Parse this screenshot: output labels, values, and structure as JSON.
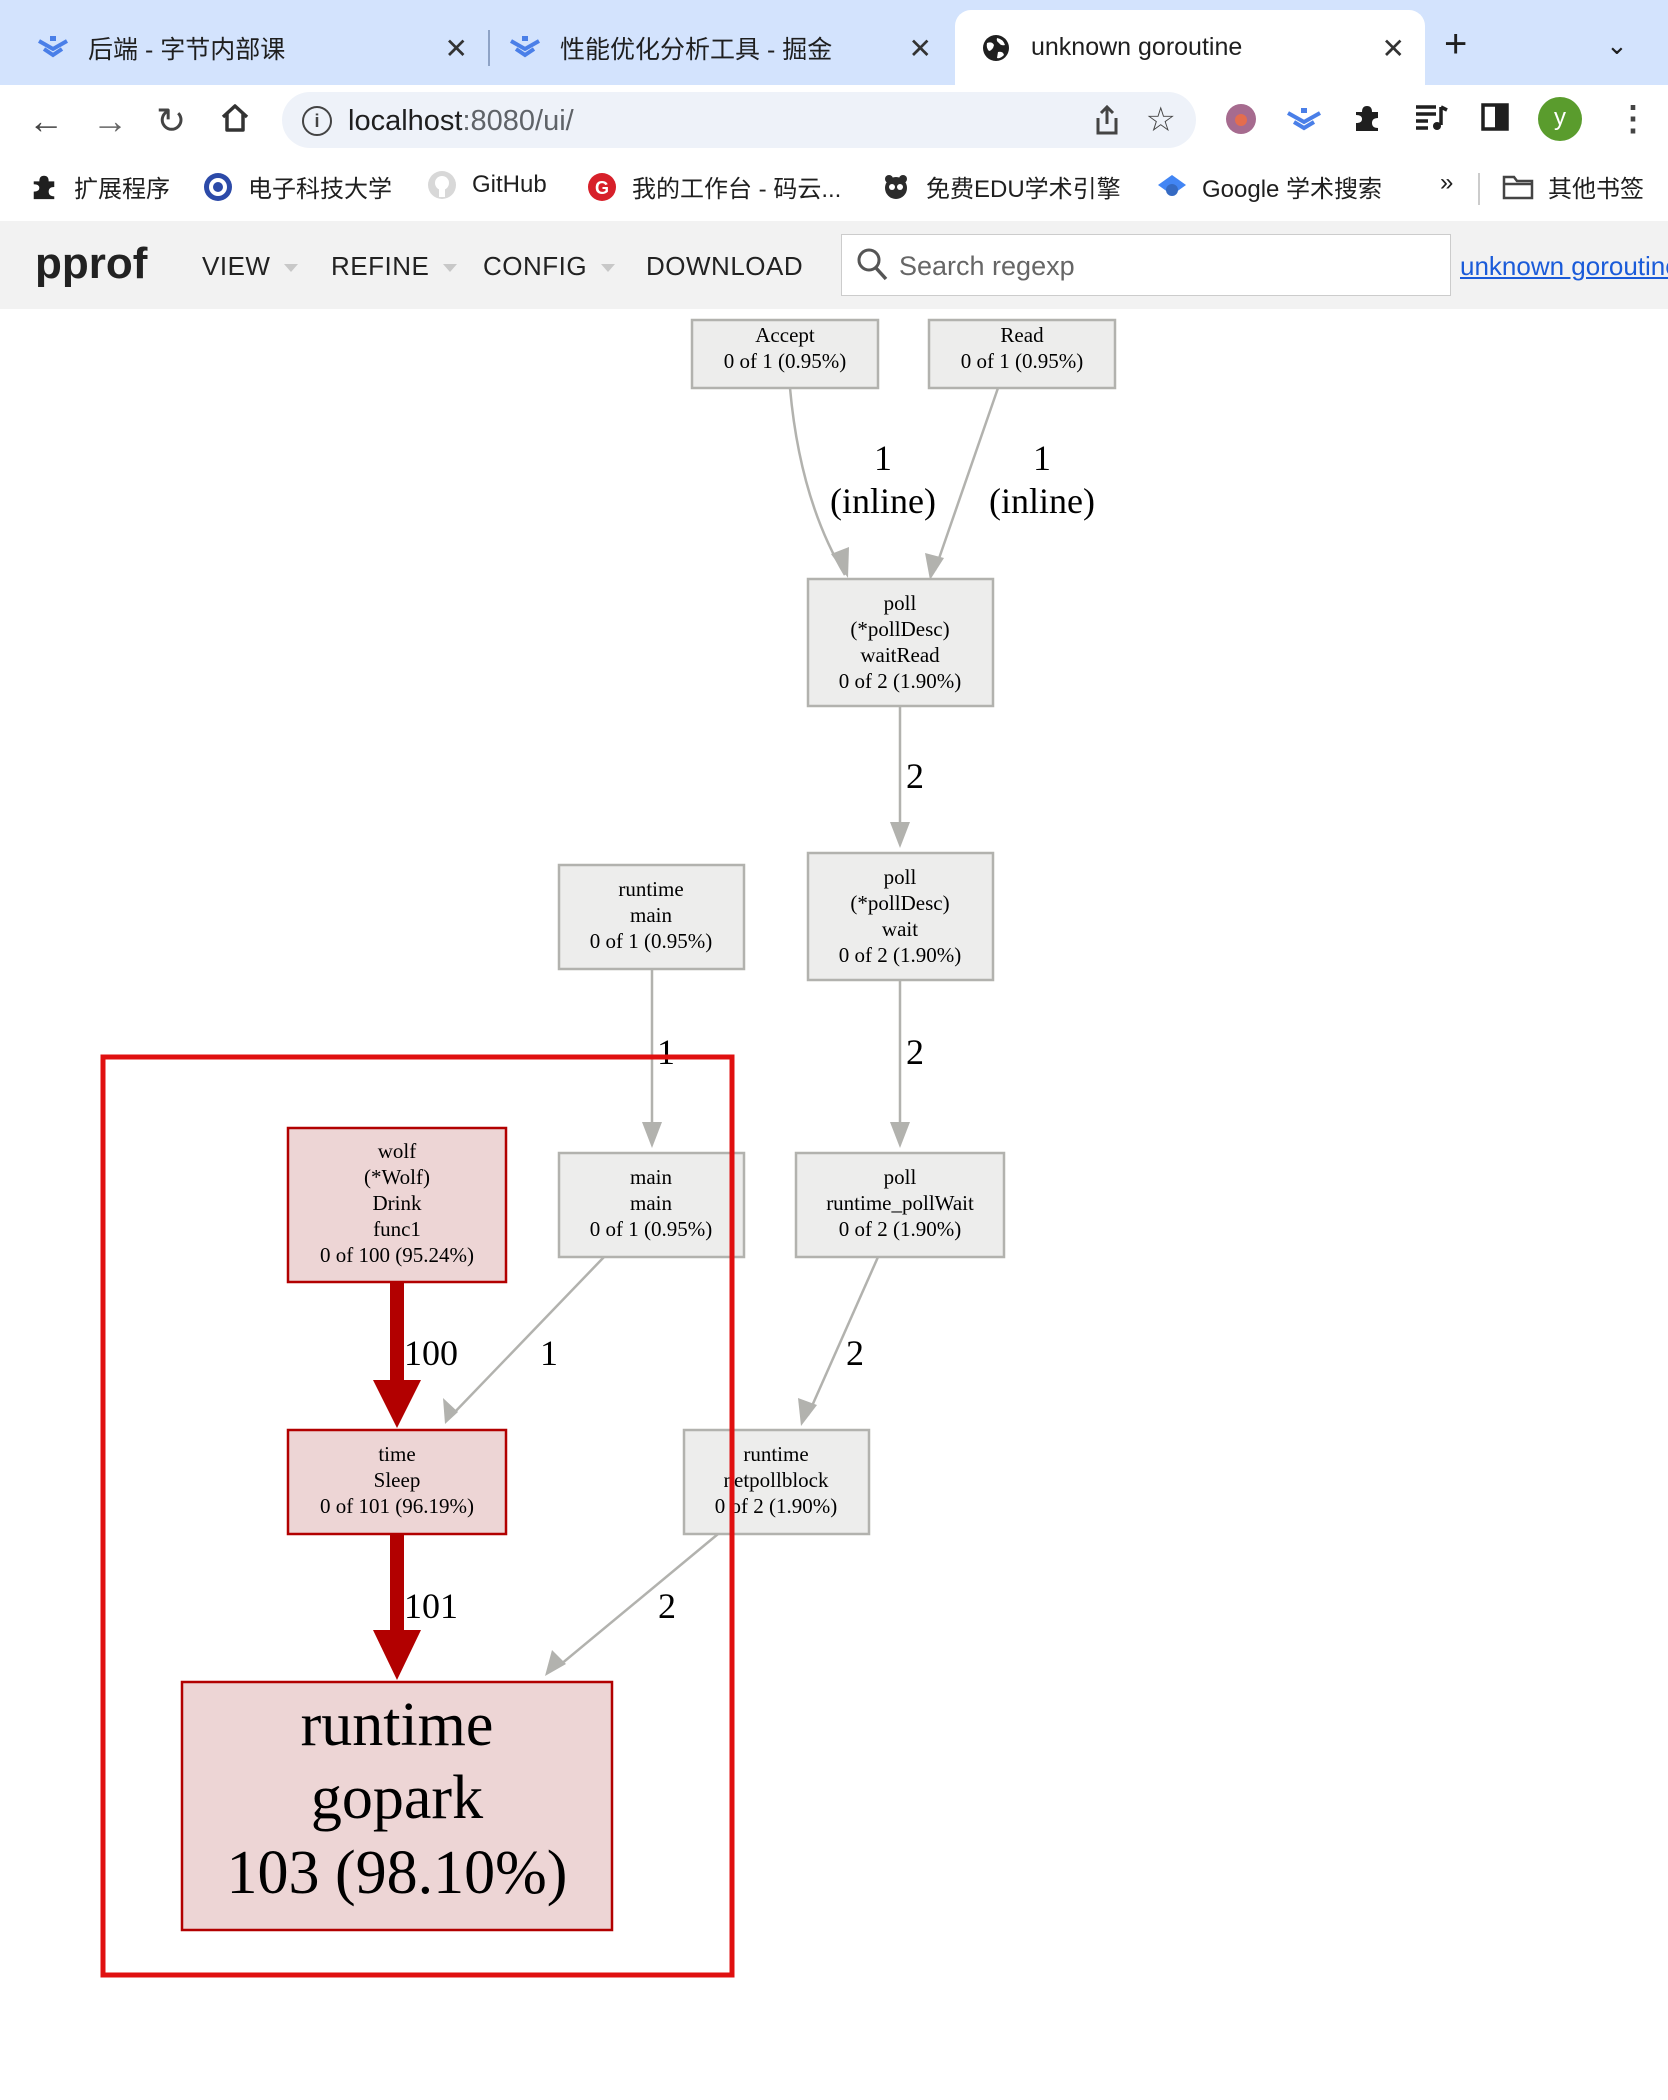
{
  "browser": {
    "tabs": [
      {
        "label": "后端 - 字节内部课",
        "icon": "bytedance-course-icon",
        "active": false
      },
      {
        "label": "性能优化分析工具 - 掘金",
        "icon": "juejin-icon",
        "active": false
      },
      {
        "label": "unknown goroutine",
        "icon": "globe-icon",
        "active": true
      }
    ],
    "new_tab": "+",
    "url_host": "localhost",
    "url_rest": ":8080/ui/",
    "profile_initial": "y",
    "bookmarks": [
      {
        "label": "扩展程序",
        "icon": "puzzle-icon"
      },
      {
        "label": "电子科技大学",
        "icon": "uestc-icon"
      },
      {
        "label": "GitHub",
        "icon": "github-icon"
      },
      {
        "label": "我的工作台 - 码云...",
        "icon": "gitee-icon"
      },
      {
        "label": "免费EDU学术引擎",
        "icon": "edu-icon"
      },
      {
        "label": "Google 学术搜索",
        "icon": "scholar-icon"
      },
      {
        "label": "其他书签",
        "icon": "folder-icon"
      }
    ],
    "bookmarks_more": "»"
  },
  "pprof": {
    "logo": "pprof",
    "menu": [
      {
        "label": "VIEW",
        "dropdown": true
      },
      {
        "label": "REFINE",
        "dropdown": true
      },
      {
        "label": "CONFIG",
        "dropdown": true
      },
      {
        "label": "DOWNLOAD",
        "dropdown": false
      }
    ],
    "search_placeholder": "Search regexp",
    "profile_link": "unknown goroutine"
  },
  "graph": {
    "nodes": {
      "accept": {
        "lines": [
          "Accept",
          "0 of 1 (0.95%)"
        ]
      },
      "read": {
        "lines": [
          "Read",
          "0 of 1 (0.95%)"
        ]
      },
      "waitread": {
        "lines": [
          "poll",
          "(*pollDesc)",
          "waitRead",
          "0 of 2 (1.90%)"
        ]
      },
      "wait": {
        "lines": [
          "poll",
          "(*pollDesc)",
          "wait",
          "0 of 2 (1.90%)"
        ]
      },
      "runtime_main": {
        "lines": [
          "runtime",
          "main",
          "0 of 1 (0.95%)"
        ]
      },
      "pollwait": {
        "lines": [
          "poll",
          "runtime_pollWait",
          "0 of 2 (1.90%)"
        ]
      },
      "main_main": {
        "lines": [
          "main",
          "main",
          "0 of 1 (0.95%)"
        ]
      },
      "wolf": {
        "lines": [
          "wolf",
          "(*Wolf)",
          "Drink",
          "func1",
          "0 of 100 (95.24%)"
        ]
      },
      "sleep": {
        "lines": [
          "time",
          "Sleep",
          "0 of 101 (96.19%)"
        ]
      },
      "netpollblock": {
        "lines": [
          "runtime",
          "netpollblock",
          "0 of 2 (1.90%)"
        ]
      },
      "gopark": {
        "lines": [
          "runtime",
          "gopark",
          "103 (98.10%)"
        ]
      }
    },
    "edges": {
      "accept_waitread": {
        "count": "1",
        "note": "(inline)"
      },
      "read_waitread": {
        "count": "1",
        "note": "(inline)"
      },
      "waitread_wait": {
        "count": "2"
      },
      "wait_pollwait": {
        "count": "2"
      },
      "runtimemain_mainmain": {
        "count": "1"
      },
      "pollwait_netpollblock": {
        "count": "2"
      },
      "mainmain_sleep": {
        "count": "1"
      },
      "wolf_sleep": {
        "count": "100"
      },
      "sleep_gopark": {
        "count": "101"
      },
      "netpollblock_gopark": {
        "count": "2"
      }
    },
    "colors": {
      "hot_fill": "#edd5d5",
      "hot_stroke": "#b20000",
      "cold_fill": "#ededec",
      "cold_stroke": "#b2b2ae",
      "highlight_box": "#e01010"
    }
  }
}
